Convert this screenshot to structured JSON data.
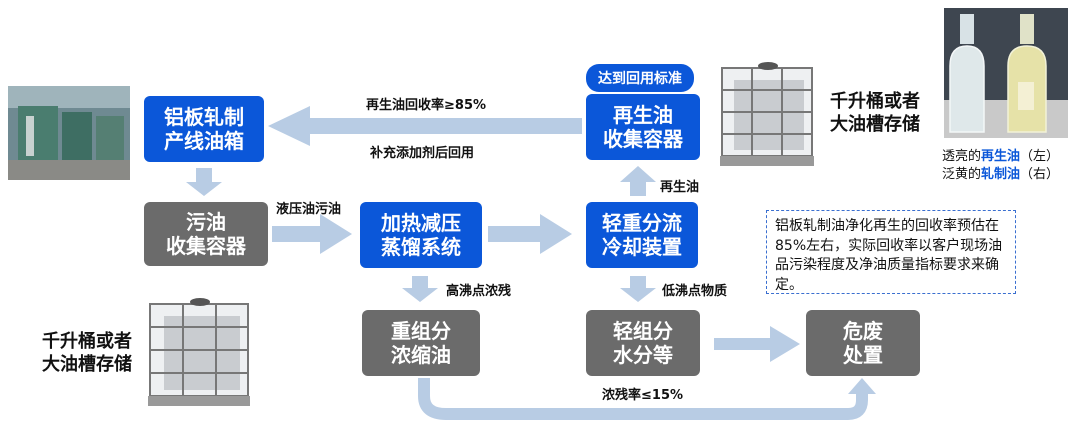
{
  "boxes": {
    "rolling_tank": "铝板轧制\n产线油箱",
    "regen_container": "再生油\n收集容器",
    "dirty_container": "污油\n收集容器",
    "distill_system": "加热减压\n蒸馏系统",
    "cooler": "轻重分流\n冷却装置",
    "heavy": "重组分\n浓缩油",
    "light": "轻组分\n水分等",
    "hazard": "危废\n处置"
  },
  "labels": {
    "recovery_rate": "再生油回收率≥85%",
    "additive": "补充添加剂后回用",
    "hydraulic": "液压油污油",
    "regen_oil": "再生油",
    "high_bp": "高沸点浓残",
    "low_bp": "低沸点物质",
    "residue_rate": "浓残率≤15%"
  },
  "badge": "达到回用标准",
  "storage_right": "千升桶或者\n大油槽存储",
  "storage_left": "千升桶或者\n大油槽存储",
  "bottle_label_lines": [
    {
      "prefix": "透亮的",
      "highlight": "再生油",
      "suffix": "（左）"
    },
    {
      "prefix": "泛黄的",
      "highlight": "轧制油",
      "suffix": "（右）"
    }
  ],
  "note": "铝板轧制油净化再生的回收率预估在85%左右，实际回收率以客户现场油品污染程度及净油质量指标要求来确定。",
  "colors": {
    "box_blue": "#0b57d9",
    "box_gray": "#6b6b6b",
    "arrow": "#b8cce4"
  }
}
